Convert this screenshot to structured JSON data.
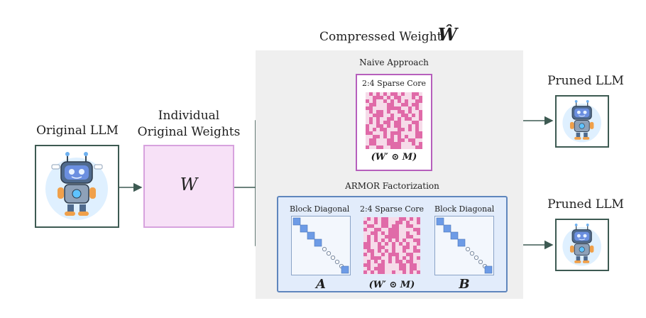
{
  "labels": {
    "original_llm": "Original LLM",
    "individual_weights_line1": "Individual",
    "individual_weights_line2": "Original Weights",
    "weight_symbol": "W",
    "compressed_weight": "Compressed Weight",
    "compressed_symbol": "Ŵ",
    "naive_approach": "Naive Approach",
    "sparse_core": "2:4 Sparse Core",
    "naive_formula": "(W′ ⊙ M)",
    "armor_factorization": "ARMOR Factorization",
    "block_diagonal_left": "Block Diagonal",
    "sparse_core_armor": "2:4 Sparse Core",
    "block_diagonal_right": "Block Diagonal",
    "symbol_a": "A",
    "armor_formula": "(W′ ⊙ M)",
    "symbol_b": "B",
    "pruned_llm_top": "Pruned LLM",
    "pruned_llm_bottom": "Pruned LLM"
  },
  "colors": {
    "arrow": "#3d5a52",
    "sparse_pink": "#e06aa8",
    "sparse_light": "#f6dbe9",
    "block_blue": "#6d9be6"
  },
  "icons": [
    "robot-icon",
    "robot-icon",
    "robot-icon"
  ]
}
